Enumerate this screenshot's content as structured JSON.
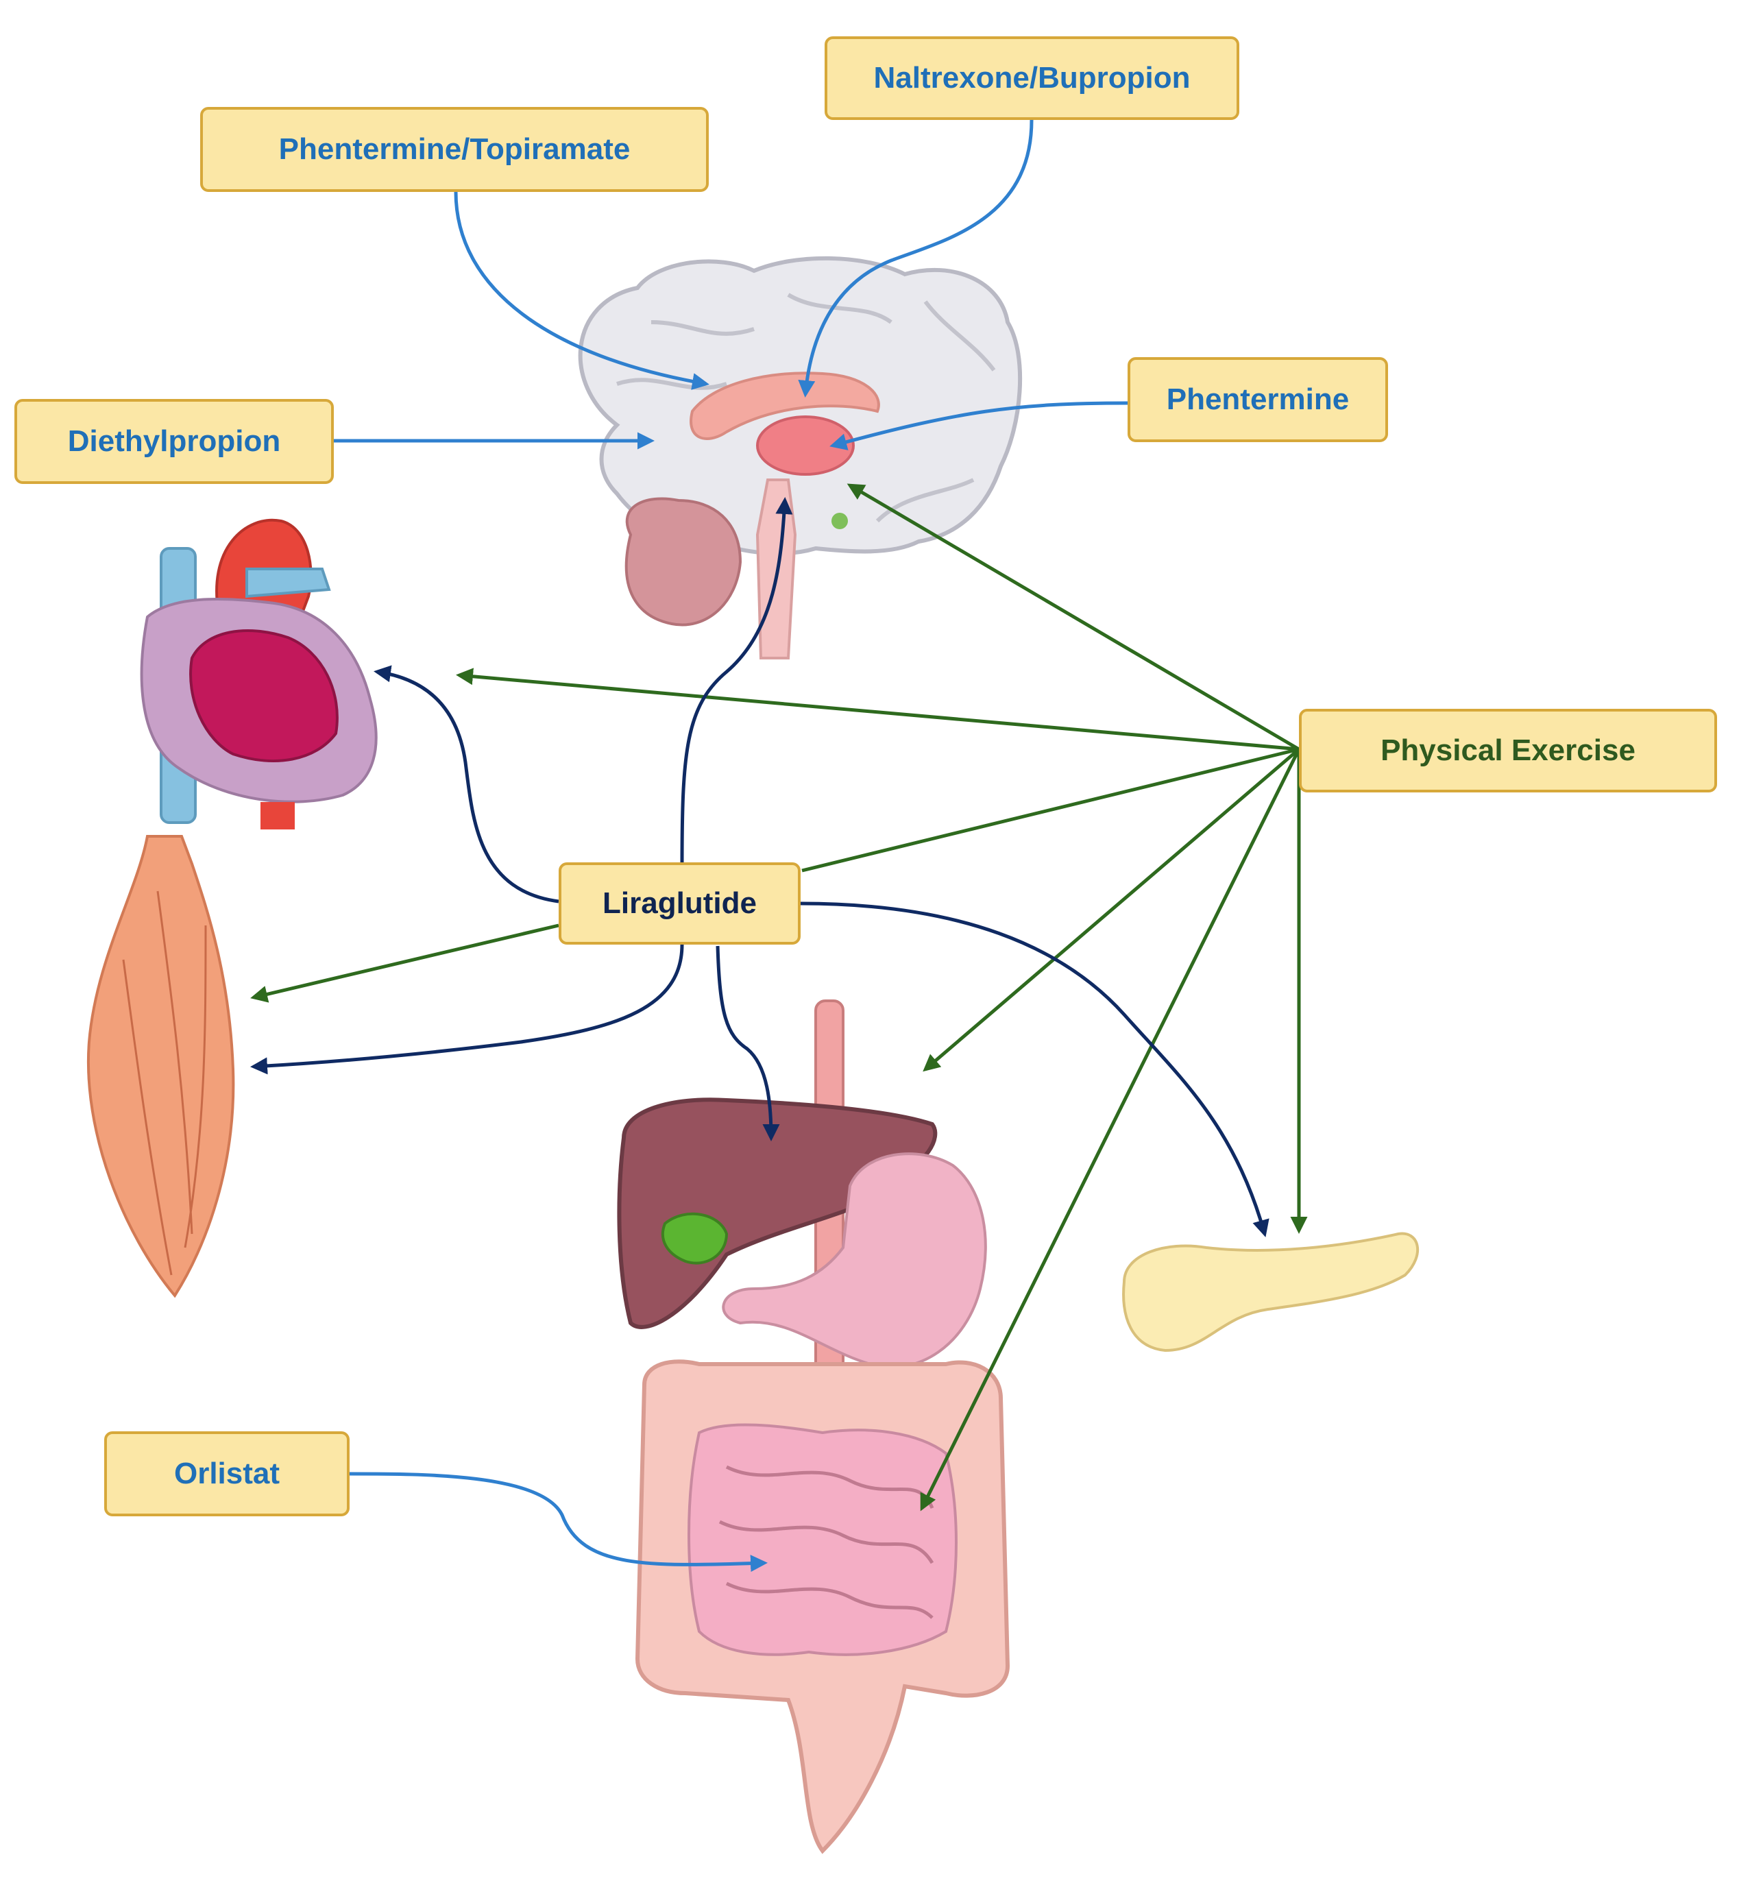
{
  "labels": {
    "naltrexone_bupropion": "Naltrexone/Bupropion",
    "phentermine_topiramate": "Phentermine/Topiramate",
    "phentermine": "Phentermine",
    "diethylpropion": "Diethylpropion",
    "physical_exercise": "Physical Exercise",
    "liraglutide": "Liraglutide",
    "orlistat": "Orlistat"
  },
  "colors": {
    "drug_arrow": "#2f80cf",
    "exercise_arrow": "#2e6a1e",
    "liraglutide_arrow": "#0f2a63",
    "box_fill": "#fbe7a6",
    "box_border": "#d7a83a"
  },
  "organs": {
    "brain": "brain-icon",
    "heart": "heart-icon",
    "muscle": "muscle-icon",
    "digestive": "digestive-system-icon",
    "pancreas": "pancreas-icon"
  }
}
